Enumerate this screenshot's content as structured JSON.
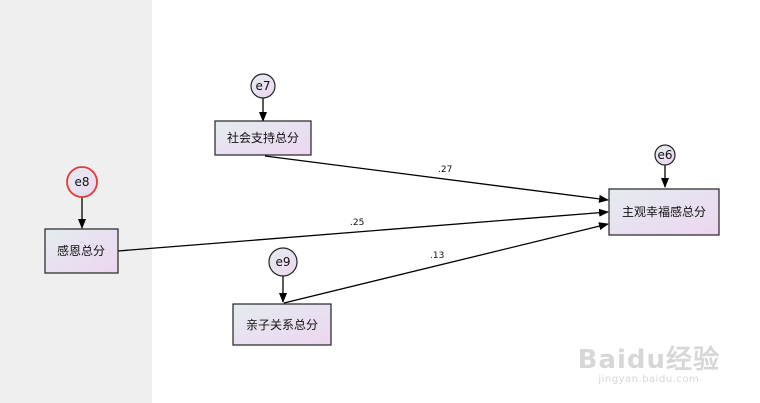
{
  "diagram": {
    "observed": {
      "social_support": "社会支持总分",
      "gratitude": "感恩总分",
      "parent_child": "亲子关系总分",
      "wellbeing": "主观幸福感总分"
    },
    "errors": {
      "e6": "e6",
      "e7": "e7",
      "e8": "e8",
      "e9": "e9"
    },
    "paths": {
      "social_to_wellbeing": ".27",
      "gratitude_to_wellbeing": ".25",
      "parent_to_wellbeing": ".13"
    },
    "colors": {
      "box_fill_start": "#e4ecef",
      "box_fill_end": "#ecd6f0",
      "highlight_border": "#e53935"
    }
  },
  "watermark": {
    "logo": "Baidu经验",
    "url": "jingyan.baidu.com"
  }
}
